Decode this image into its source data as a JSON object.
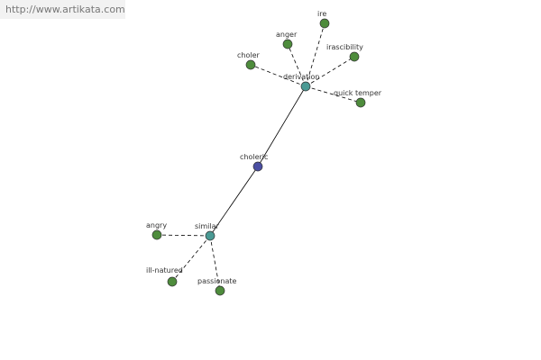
{
  "watermark": {
    "text": "http://www.artikata.com"
  },
  "center": {
    "label": "choleric",
    "color": "#4b4fa3"
  },
  "hubs": [
    {
      "id": "derivation",
      "label": "derivation",
      "color": "#4a9a94"
    },
    {
      "id": "similar",
      "label": "similar",
      "color": "#4a9a94"
    }
  ],
  "leaves": [
    {
      "hub": "derivation",
      "label": "ire"
    },
    {
      "hub": "derivation",
      "label": "anger"
    },
    {
      "hub": "derivation",
      "label": "choler"
    },
    {
      "hub": "derivation",
      "label": "irascibility"
    },
    {
      "hub": "derivation",
      "label": "quick temper"
    },
    {
      "hub": "similar",
      "label": "angry"
    },
    {
      "hub": "similar",
      "label": "ill-natured"
    },
    {
      "hub": "similar",
      "label": "passionate"
    }
  ],
  "colors": {
    "leaf": "#4e8c3c",
    "edge": "#000000"
  }
}
